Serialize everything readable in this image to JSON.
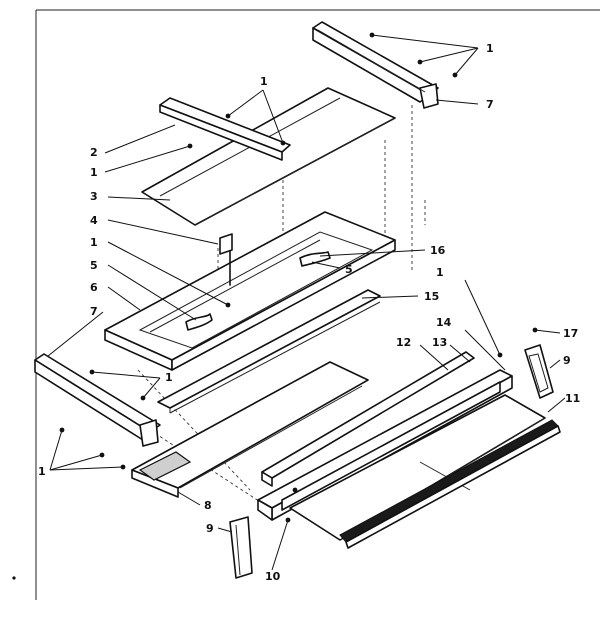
{
  "callouts": [
    {
      "id": "c1a",
      "text": "1"
    },
    {
      "id": "c7a",
      "text": "7"
    },
    {
      "id": "c1b",
      "text": "1"
    },
    {
      "id": "c2",
      "text": "2"
    },
    {
      "id": "c1c",
      "text": "1"
    },
    {
      "id": "c3",
      "text": "3"
    },
    {
      "id": "c4",
      "text": "4"
    },
    {
      "id": "c1d",
      "text": "1"
    },
    {
      "id": "c5a",
      "text": "5"
    },
    {
      "id": "c6",
      "text": "6"
    },
    {
      "id": "c7b",
      "text": "7"
    },
    {
      "id": "c16",
      "text": "16"
    },
    {
      "id": "c5b",
      "text": "5"
    },
    {
      "id": "c15",
      "text": "15"
    },
    {
      "id": "c1e",
      "text": "1"
    },
    {
      "id": "c14",
      "text": "14"
    },
    {
      "id": "c17",
      "text": "17"
    },
    {
      "id": "c12",
      "text": "12"
    },
    {
      "id": "c13",
      "text": "13"
    },
    {
      "id": "c9a",
      "text": "9"
    },
    {
      "id": "c1f",
      "text": "1"
    },
    {
      "id": "c11",
      "text": "11"
    },
    {
      "id": "c1g",
      "text": "1"
    },
    {
      "id": "c8",
      "text": "8"
    },
    {
      "id": "c9b",
      "text": "9"
    },
    {
      "id": "c10",
      "text": "10"
    }
  ]
}
